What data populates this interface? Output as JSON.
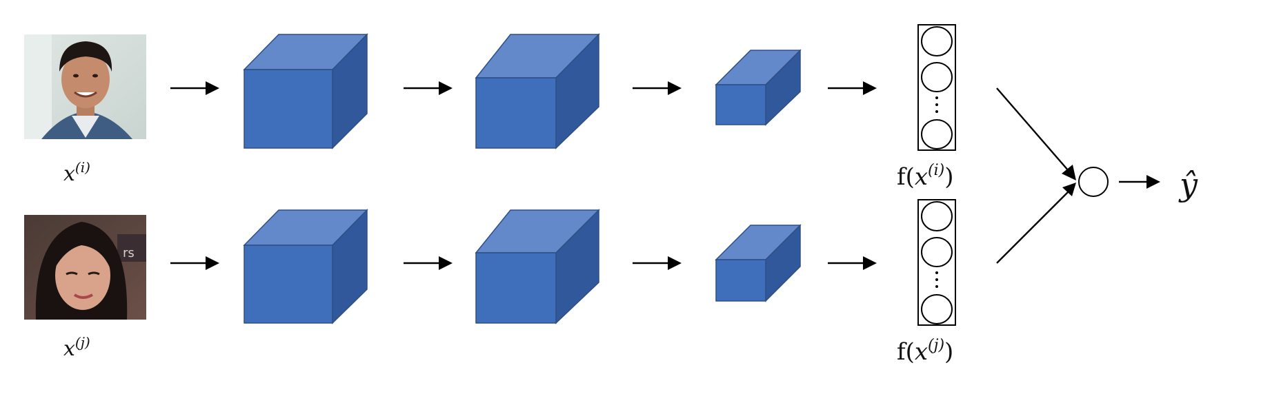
{
  "inputs": [
    {
      "id": "i",
      "label_base": "x",
      "label_sup": "(i)",
      "photo": "face photo of man"
    },
    {
      "id": "j",
      "label_base": "x",
      "label_sup": "(j)",
      "photo": "face photo of woman"
    }
  ],
  "encodings": [
    {
      "label_fn": "f(",
      "label_base": "x",
      "label_sup": "(i)",
      "label_close": ")"
    },
    {
      "label_fn": "f(",
      "label_base": "x",
      "label_sup": "(j)",
      "label_close": ")"
    }
  ],
  "output": {
    "label": "ŷ"
  },
  "colors": {
    "cube_front": "#3f6fbb",
    "cube_top": "#6389cb",
    "cube_side": "#30589a"
  }
}
